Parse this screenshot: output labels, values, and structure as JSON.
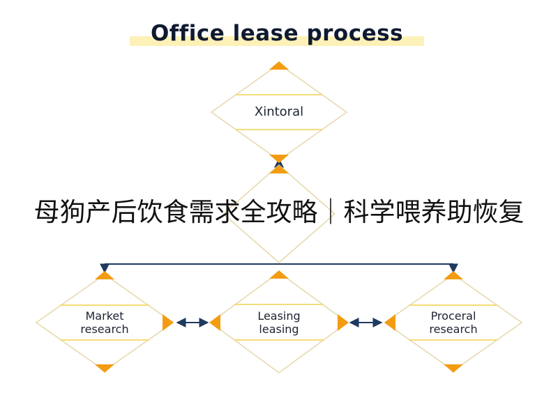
{
  "title": "Office lease process",
  "overlay_caption": "母狗产后饮食需求全攻略｜科学喂养助恢复",
  "colors": {
    "accent": "#f39c12",
    "diamond_border": "#e5d8a8",
    "inner_line": "#f4dc7a",
    "connector": "#1f3a5f",
    "title_highlight": "#fdf1b8"
  },
  "nodes": {
    "top": {
      "lines": [
        "Xintoral"
      ]
    },
    "middle": {
      "lines": []
    },
    "left": {
      "lines": [
        "Market",
        "research"
      ]
    },
    "center": {
      "lines": [
        "Leasing",
        "leasing"
      ]
    },
    "right": {
      "lines": [
        "Proceral",
        "research"
      ]
    }
  }
}
